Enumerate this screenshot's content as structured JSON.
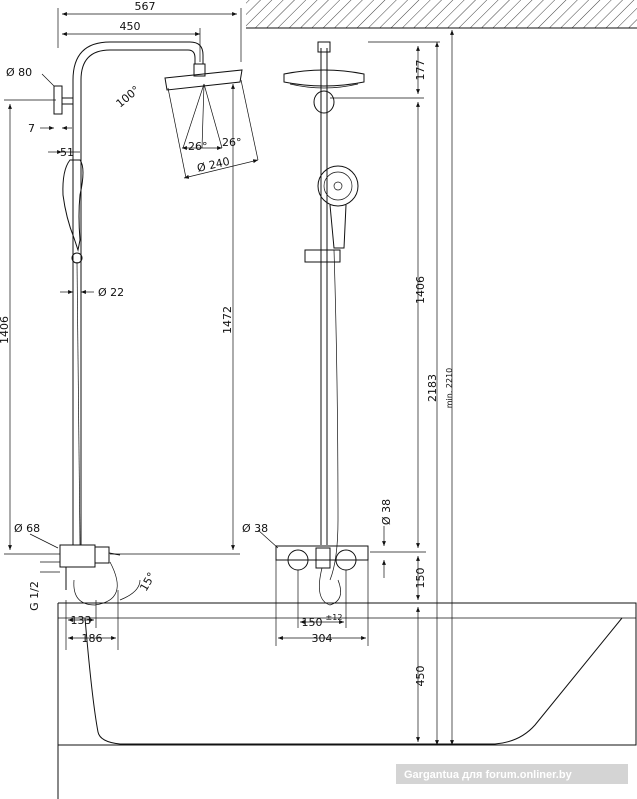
{
  "dimensions": {
    "d567": "567",
    "d450_top": "450",
    "d80": "Ø 80",
    "d100deg": "100°",
    "d7": "7",
    "d51": "51",
    "d26a": "26°",
    "d26b": "26°",
    "d240": "Ø 240",
    "d22": "Ø 22",
    "d1406_left": "1406",
    "d1472": "1472",
    "d68": "Ø 68",
    "dG12": "G 1/2",
    "d15deg": "15°",
    "d133": "133",
    "d186": "186",
    "d177": "177",
    "d1406_right": "1406",
    "d2183": "2183",
    "d2210": "min. 2210",
    "d38_left": "Ø 38",
    "d38_right": "Ø 38",
    "d150_v": "150",
    "d150_h": "150",
    "d150_tol": "±12",
    "d304": "304",
    "d450_v": "450"
  },
  "watermark": "Gargantua для forum.onliner.by"
}
